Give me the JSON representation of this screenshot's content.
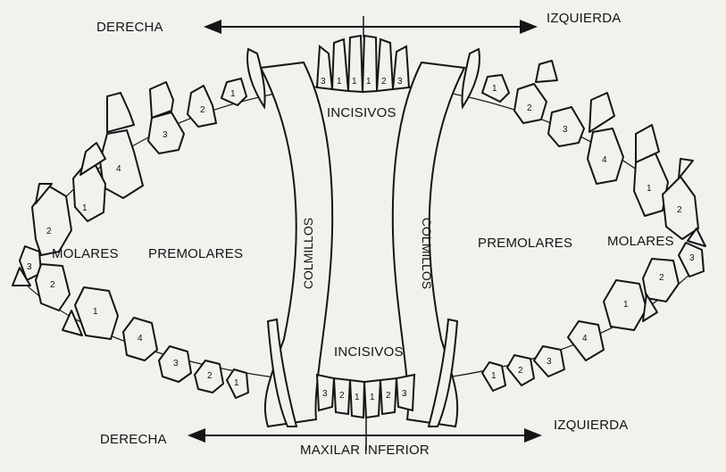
{
  "labels": {
    "top_left_direction": "DERECHA",
    "top_right_direction": "IZQUIERDA",
    "bottom_left_direction": "DERECHA",
    "bottom_right_direction": "IZQUIERDA",
    "incisors_upper": "INCISIVOS",
    "incisors_lower": "INCISIVOS",
    "canines_left": "COLMILLOS",
    "canines_right": "COLMILLOS",
    "premolars_left": "PREMOLARES",
    "premolars_right": "PREMOLARES",
    "molars_left": "MOLARES",
    "molars_right": "MOLARES",
    "lower_jaw": "MAXILAR INFERIOR"
  },
  "tooth_numbers": {
    "upper_incisors": [
      "3",
      "1",
      "1",
      "1",
      "2",
      "3"
    ],
    "upper_left_arch": [
      "1",
      "2",
      "3",
      "4",
      "1",
      "2"
    ],
    "upper_right_arch": [
      "1",
      "2",
      "3",
      "4",
      "1",
      "2"
    ],
    "lower_left_arch": [
      "3",
      "2",
      "1",
      "4",
      "3",
      "2",
      "1"
    ],
    "lower_right_arch": [
      "1",
      "2",
      "3",
      "4",
      "1",
      "2",
      "3"
    ],
    "lower_incisors": [
      "3",
      "2",
      "1",
      "1",
      "2",
      "3"
    ]
  },
  "colors": {
    "ink": "#151515",
    "paper": "#f1f1ee",
    "ghost_text": "#cfcfca"
  }
}
